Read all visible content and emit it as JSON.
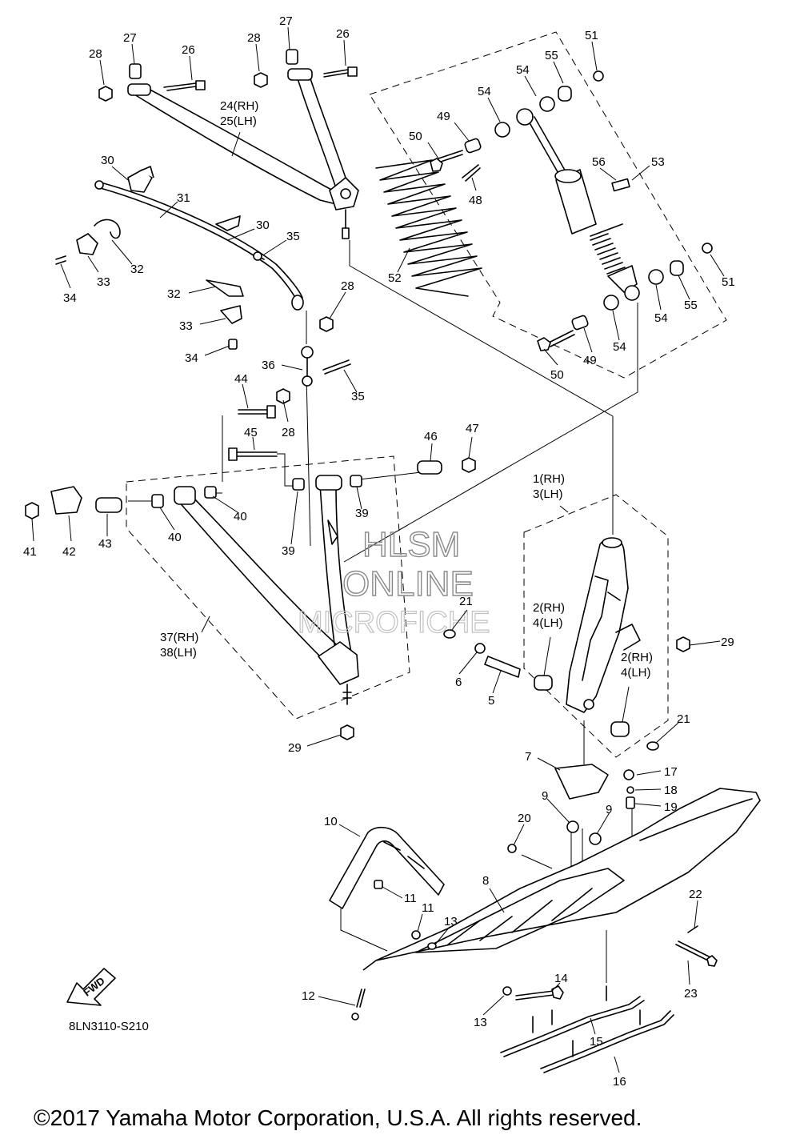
{
  "diagram_code": "8LN3110-S210",
  "copyright": "©2017 Yamaha Motor Corporation, U.S.A. All rights reserved.",
  "watermark": {
    "line1": "HLSM",
    "line2": "ONLINE",
    "line3": "MICROFICHE"
  },
  "fwd_label": "FWD",
  "callouts": [
    {
      "id": "c27a",
      "text": "27"
    },
    {
      "id": "c28a",
      "text": "28"
    },
    {
      "id": "c26a",
      "text": "26"
    },
    {
      "id": "c28b",
      "text": "28"
    },
    {
      "id": "c27b",
      "text": "27"
    },
    {
      "id": "c26b",
      "text": "26"
    },
    {
      "id": "c24",
      "text": "24(RH)"
    },
    {
      "id": "c25",
      "text": "25(LH)"
    },
    {
      "id": "c51a",
      "text": "51"
    },
    {
      "id": "c55a",
      "text": "55"
    },
    {
      "id": "c54a",
      "text": "54"
    },
    {
      "id": "c54b",
      "text": "54"
    },
    {
      "id": "c49a",
      "text": "49"
    },
    {
      "id": "c50a",
      "text": "50"
    },
    {
      "id": "c56",
      "text": "56"
    },
    {
      "id": "c53",
      "text": "53"
    },
    {
      "id": "c48",
      "text": "48"
    },
    {
      "id": "c30a",
      "text": "30"
    },
    {
      "id": "c31",
      "text": "31"
    },
    {
      "id": "c30b",
      "text": "30"
    },
    {
      "id": "c35a",
      "text": "35"
    },
    {
      "id": "c33a",
      "text": "33"
    },
    {
      "id": "c32a",
      "text": "32"
    },
    {
      "id": "c34a",
      "text": "34"
    },
    {
      "id": "c32b",
      "text": "32"
    },
    {
      "id": "c33b",
      "text": "33"
    },
    {
      "id": "c34b",
      "text": "34"
    },
    {
      "id": "c28c",
      "text": "28"
    },
    {
      "id": "c52",
      "text": "52"
    },
    {
      "id": "c51b",
      "text": "51"
    },
    {
      "id": "c55b",
      "text": "55"
    },
    {
      "id": "c54c",
      "text": "54"
    },
    {
      "id": "c54d",
      "text": "54"
    },
    {
      "id": "c49b",
      "text": "49"
    },
    {
      "id": "c50b",
      "text": "50"
    },
    {
      "id": "c36",
      "text": "36"
    },
    {
      "id": "c35b",
      "text": "35"
    },
    {
      "id": "c44",
      "text": "44"
    },
    {
      "id": "c28d",
      "text": "28"
    },
    {
      "id": "c45",
      "text": "45"
    },
    {
      "id": "c46",
      "text": "46"
    },
    {
      "id": "c47",
      "text": "47"
    },
    {
      "id": "c1",
      "text": "1(RH)"
    },
    {
      "id": "c3",
      "text": "3(LH)"
    },
    {
      "id": "c40a",
      "text": "40"
    },
    {
      "id": "c39a",
      "text": "39"
    },
    {
      "id": "c41",
      "text": "41"
    },
    {
      "id": "c42",
      "text": "42"
    },
    {
      "id": "c43",
      "text": "43"
    },
    {
      "id": "c40b",
      "text": "40"
    },
    {
      "id": "c39b",
      "text": "39"
    },
    {
      "id": "c21a",
      "text": "21"
    },
    {
      "id": "c2a",
      "text": "2(RH)"
    },
    {
      "id": "c4a",
      "text": "4(LH)"
    },
    {
      "id": "c29a",
      "text": "29"
    },
    {
      "id": "c37",
      "text": "37(RH)"
    },
    {
      "id": "c38",
      "text": "38(LH)"
    },
    {
      "id": "c6",
      "text": "6"
    },
    {
      "id": "c5",
      "text": "5"
    },
    {
      "id": "c2b",
      "text": "2(RH)"
    },
    {
      "id": "c4b",
      "text": "4(LH)"
    },
    {
      "id": "c21b",
      "text": "21"
    },
    {
      "id": "c29b",
      "text": "29"
    },
    {
      "id": "c7",
      "text": "7"
    },
    {
      "id": "c17",
      "text": "17"
    },
    {
      "id": "c18",
      "text": "18"
    },
    {
      "id": "c19",
      "text": "19"
    },
    {
      "id": "c9a",
      "text": "9"
    },
    {
      "id": "c9b",
      "text": "9"
    },
    {
      "id": "c20",
      "text": "20"
    },
    {
      "id": "c10",
      "text": "10"
    },
    {
      "id": "c8",
      "text": "8"
    },
    {
      "id": "c11a",
      "text": "11"
    },
    {
      "id": "c11b",
      "text": "11"
    },
    {
      "id": "c13a",
      "text": "13"
    },
    {
      "id": "c22",
      "text": "22"
    },
    {
      "id": "c23",
      "text": "23"
    },
    {
      "id": "c12",
      "text": "12"
    },
    {
      "id": "c14",
      "text": "14"
    },
    {
      "id": "c13b",
      "text": "13"
    },
    {
      "id": "c15",
      "text": "15"
    },
    {
      "id": "c16",
      "text": "16"
    }
  ]
}
